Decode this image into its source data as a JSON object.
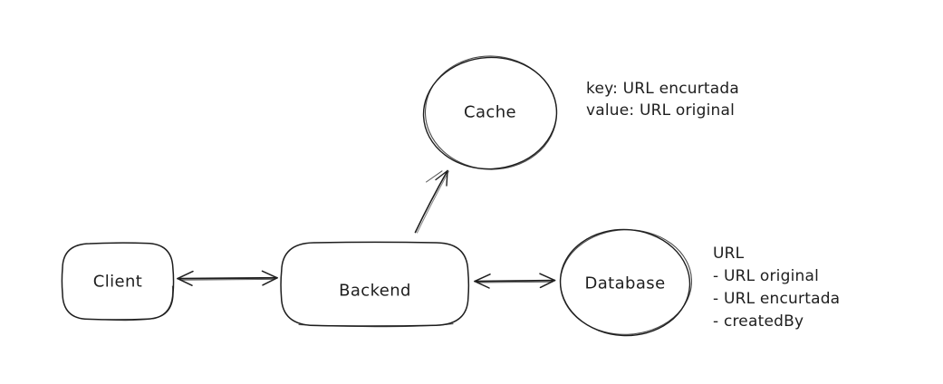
{
  "canvas": {
    "background": "#ffffff",
    "stroke_color": "#1e1e1e",
    "text_color": "#1e1e1e"
  },
  "nodes": {
    "client": {
      "label": "Client"
    },
    "backend": {
      "label": "Backend"
    },
    "cache": {
      "label": "Cache"
    },
    "database": {
      "label": "Database"
    }
  },
  "annotations": {
    "cache_note": {
      "lines": [
        "key: URL encurtada",
        "value: URL original"
      ]
    },
    "database_note": {
      "lines": [
        "URL",
        "- URL original",
        "- URL encurtada",
        "- createdBy"
      ]
    }
  }
}
